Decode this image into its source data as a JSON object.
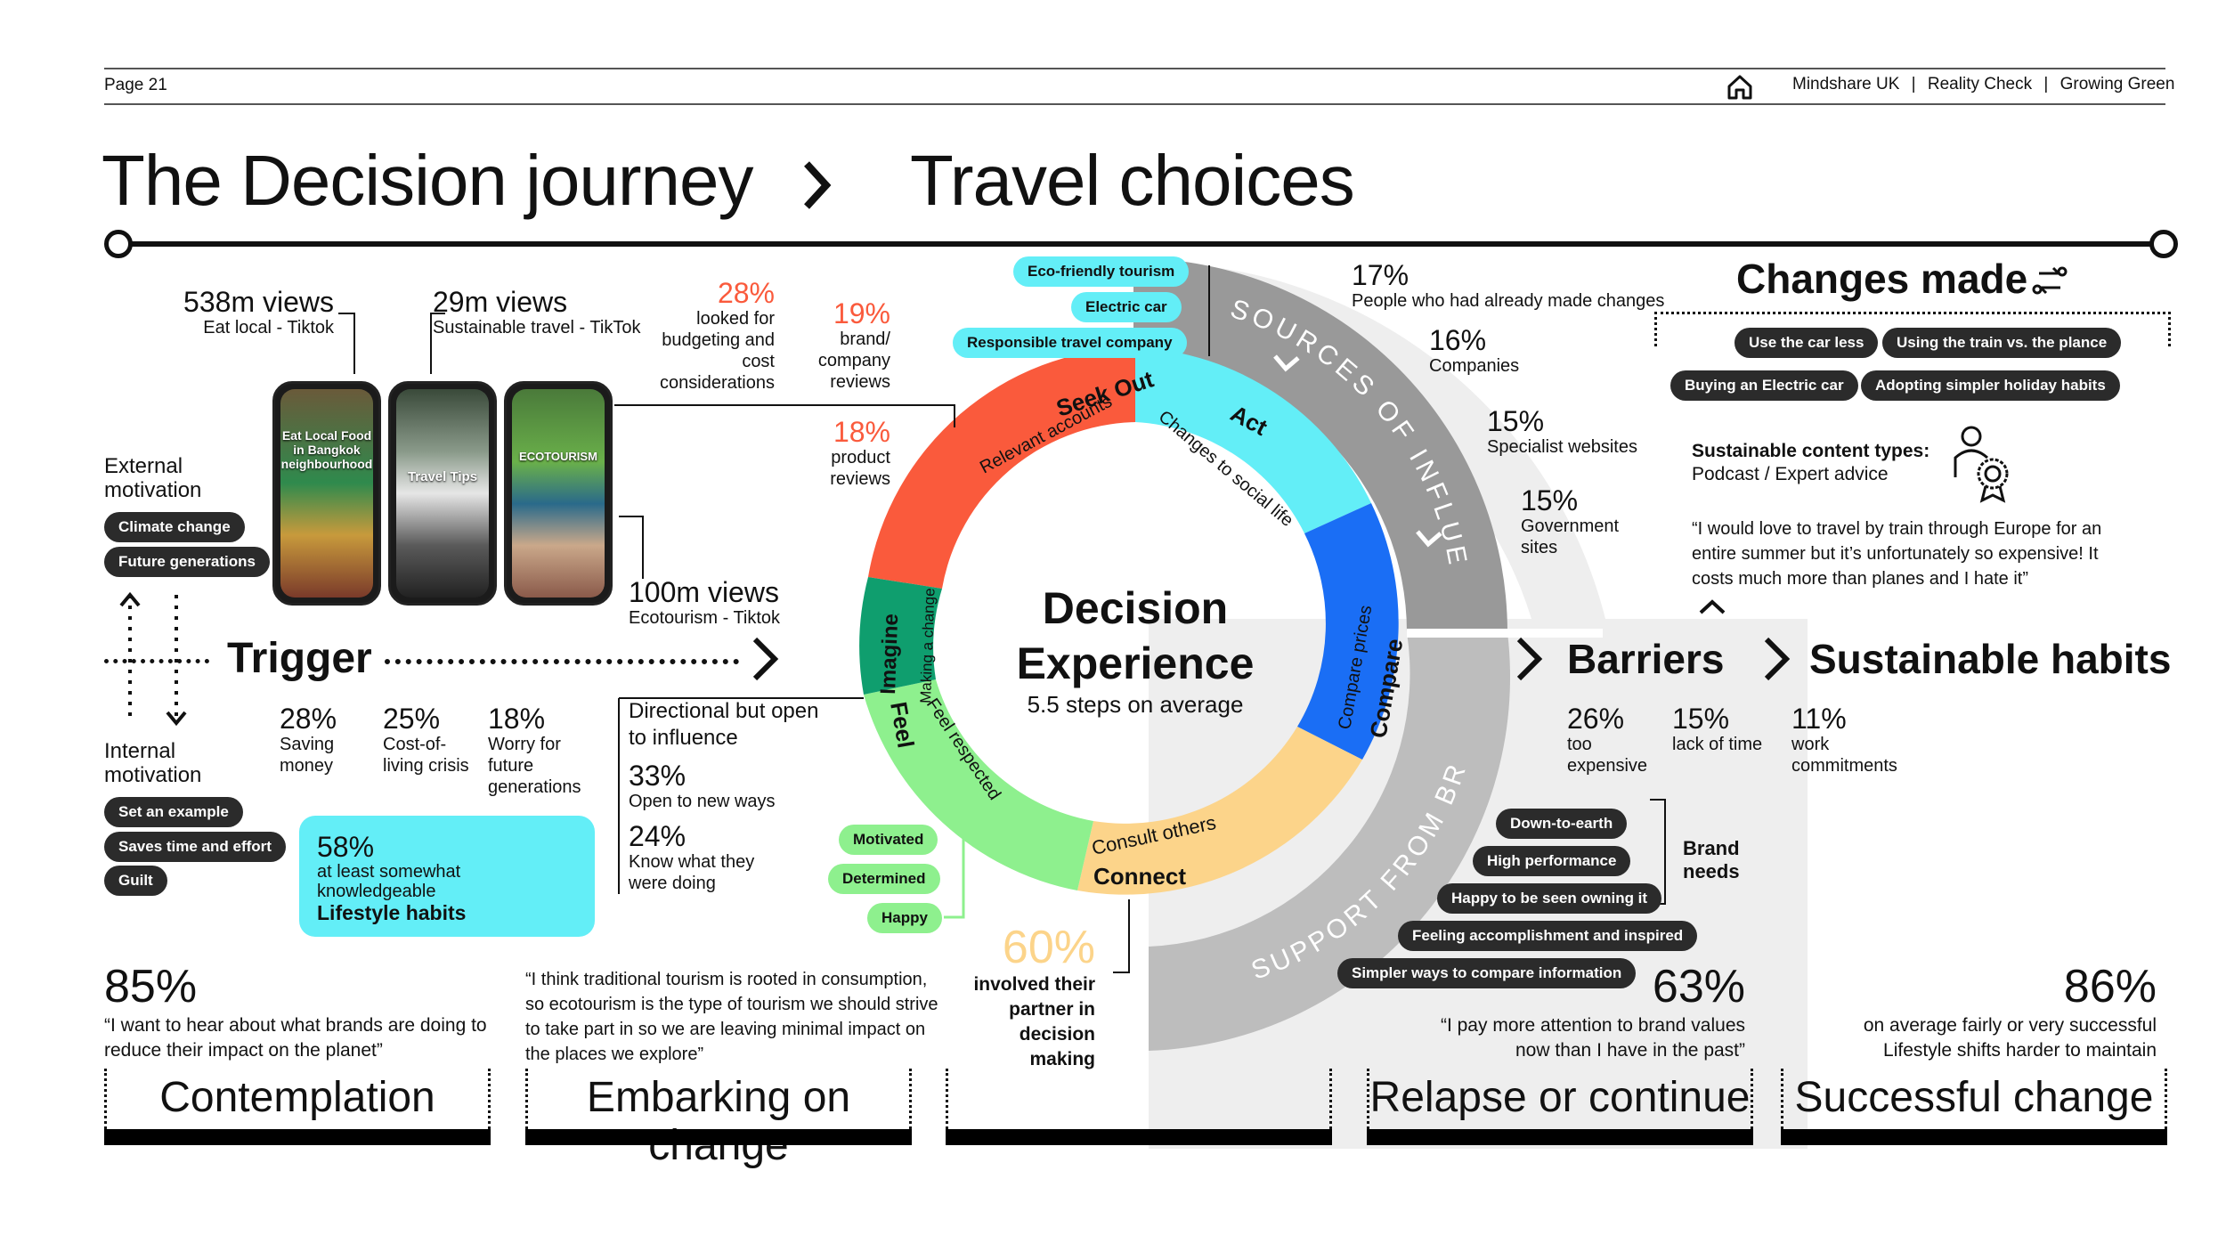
{
  "header": {
    "page": "Page 21",
    "brand": "Mindshare UK",
    "report": "Reality Check",
    "section": "Growing Green",
    "title_left": "The Decision journey",
    "title_right": "Travel choices"
  },
  "social": {
    "views": [
      {
        "value": "538m views",
        "label": "Eat local - Tiktok"
      },
      {
        "value": "29m views",
        "label": "Sustainable travel - TikTok"
      },
      {
        "value": "100m views",
        "label": "Ecotourism - Tiktok"
      }
    ],
    "phones": [
      {
        "caption": "Eat Local Food in Bangkok neighbourhood"
      },
      {
        "caption": "Travel Tips"
      },
      {
        "caption": "ECOTOURISM"
      }
    ]
  },
  "motivation": {
    "external_title": "External motivation",
    "external": [
      "Climate change",
      "Future generations"
    ],
    "internal_title": "Internal motivation",
    "internal": [
      "Set an example",
      "Saves time and effort",
      "Guilt"
    ]
  },
  "trigger": {
    "title": "Trigger",
    "stats": [
      {
        "pct": "28%",
        "label": "Saving money"
      },
      {
        "pct": "25%",
        "label": "Cost-of-living crisis"
      },
      {
        "pct": "18%",
        "label": "Worry for future generations"
      }
    ],
    "highlight": {
      "pct": "58%",
      "text": "at least somewhat knowledgeable",
      "bold": "Lifestyle habits"
    }
  },
  "influence": {
    "title": "Directional but open to influence",
    "stats": [
      {
        "pct": "33%",
        "label": "Open to new ways"
      },
      {
        "pct": "24%",
        "label": "Know what they were doing"
      }
    ]
  },
  "seek_stats": [
    {
      "pct": "28%",
      "label": "looked for budgeting and cost considerations"
    },
    {
      "pct": "19%",
      "label": "brand/ company reviews"
    },
    {
      "pct": "18%",
      "label": "product reviews"
    }
  ],
  "wheel": {
    "center_title": "Decision Experience",
    "center_sub": "5.5 steps on average",
    "segments": [
      {
        "name": "Seek Out",
        "sub": "Relevant accounts",
        "color": "#fa5a3c"
      },
      {
        "name": "Act",
        "sub": "Changes to social life",
        "color": "#63eef7"
      },
      {
        "name": "Compare",
        "sub": "Compare prices",
        "color": "#1a6ef5"
      },
      {
        "name": "Connect",
        "sub": "Consult others",
        "color": "#fcd48a"
      },
      {
        "name": "Feel",
        "sub": "Feel respected",
        "color": "#8ef08e"
      },
      {
        "name": "Imagine",
        "sub": "Making a change",
        "color": "#0f9e6e"
      }
    ],
    "sources_label": "SOURCES OF INFLUENCE",
    "support_label": "SUPPORT FROM BRANDS"
  },
  "act_pills": [
    "Eco-friendly tourism",
    "Electric car",
    "Responsible travel company"
  ],
  "feel_pills": [
    "Motivated",
    "Determined",
    "Happy"
  ],
  "sources": [
    {
      "pct": "17%",
      "label": "People who had already made changes"
    },
    {
      "pct": "16%",
      "label": "Companies"
    },
    {
      "pct": "15%",
      "label": "Specialist websites"
    },
    {
      "pct": "15%",
      "label": "Government sites"
    }
  ],
  "connect": {
    "pct": "60%",
    "label": "involved their partner in decision making"
  },
  "brand_needs": {
    "title": "Brand needs",
    "items": [
      "Down-to-earth",
      "High performance",
      "Happy to be seen owning it",
      "Feeling accomplishment and inspired",
      "Simpler ways to compare information"
    ]
  },
  "changes": {
    "title": "Changes made",
    "pills": [
      "Use the car less",
      "Using the train vs. the plance",
      "Buying an Electric car",
      "Adopting simpler holiday habits"
    ],
    "content_title": "Sustainable content types:",
    "content_types": "Podcast / Expert advice",
    "quote": "“I would love to travel by train through Europe for an entire summer but it’s unfortunately so expensive! It costs much more than planes and I hate it”"
  },
  "barriers": {
    "title": "Barriers",
    "stats": [
      {
        "pct": "26%",
        "label": "too expensive"
      },
      {
        "pct": "15%",
        "label": "lack of time"
      },
      {
        "pct": "11%",
        "label": "work commitments"
      }
    ]
  },
  "habits": {
    "title": "Sustainable habits"
  },
  "bottom": {
    "contemplation": {
      "pct": "85%",
      "quote": "“I want to hear about what brands are doing to reduce their impact on the planet”"
    },
    "embarking": {
      "quote": "“I think traditional tourism is rooted in consumption, so ecotourism is the type of tourism we should strive to take part in so we are leaving minimal impact on the places we explore”"
    },
    "relapse": {
      "pct": "63%",
      "quote": "“I pay more attention to brand values now than I have in the past”"
    },
    "successful": {
      "pct": "86%",
      "quote": "on average fairly or very successful Lifestyle shifts harder to maintain"
    }
  },
  "stages": [
    "Contemplation",
    "Embarking on change",
    "",
    "Relapse or continue",
    "Successful change"
  ]
}
